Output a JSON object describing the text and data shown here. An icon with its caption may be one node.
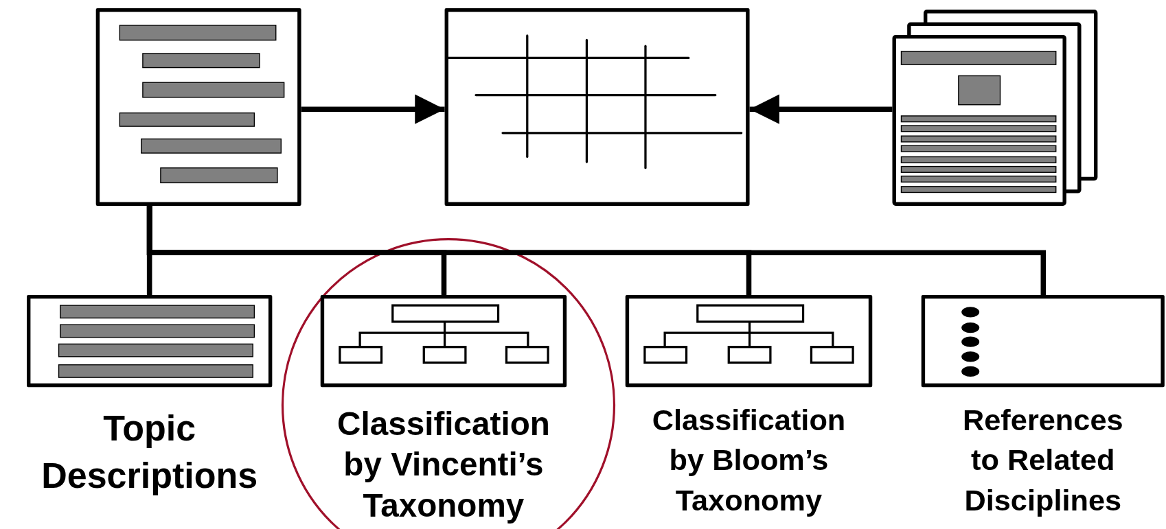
{
  "diagram": {
    "nodes": [
      {
        "text": [],
        "shape": "picture"
      },
      {
        "text": [],
        "shape": "picture"
      },
      {
        "text": [],
        "shape": "picture"
      },
      {
        "text": [
          "Topic Descriptions"
        ]
      },
      {
        "text": [
          "Classification by Vincenti’s Taxonomy"
        ]
      },
      {
        "text": [
          "Classification by Bloom’s Taxonomy"
        ]
      },
      {
        "text": [
          "References to Related Disciplines"
        ]
      }
    ],
    "edges": [
      {
        "from": 0,
        "to": 1,
        "arrow": "to"
      },
      {
        "from": 2,
        "to": 1,
        "arrow": "to"
      },
      {
        "from": 0,
        "to": 3,
        "arrow": "none"
      },
      {
        "from": 0,
        "to": 4,
        "arrow": "none"
      },
      {
        "from": 0,
        "to": 5,
        "arrow": "none"
      },
      {
        "from": 0,
        "to": 6,
        "arrow": "none"
      }
    ]
  }
}
